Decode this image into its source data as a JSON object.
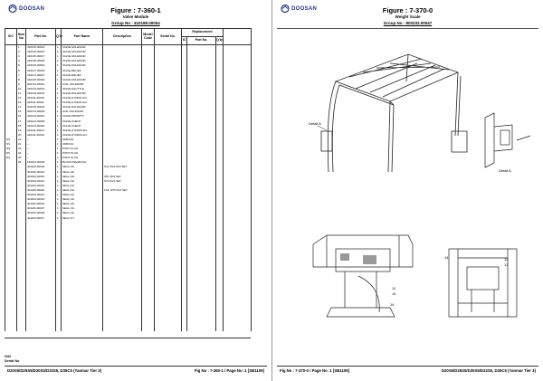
{
  "left_page": {
    "brand": "DOOSAN",
    "figure": "Figure : 7-360-1",
    "title": "Valve Module",
    "group": "Group No : 410189.00004",
    "headers": {
      "sc": "S/C",
      "item_no": "Item No",
      "part_no": "Part No.",
      "qty": "Q'ty",
      "part_name": "Part Name",
      "description": "Description",
      "model_code": "Model Code",
      "serial_no": "Serial No.",
      "replacement": "Replacement",
      "ic": "IC",
      "part_no2": "Part No.",
      "qty2": "Q'ty"
    },
    "rows": [
      {
        "sc": "",
        "item": "1",
        "part": "410135-00016",
        "qty": "1",
        "name": "VALVE,SOLENOID",
        "desc": ""
      },
      {
        "sc": "",
        "item": "2",
        "part": "410135-00016",
        "qty": "1",
        "name": "VALVE,SOLENOID",
        "desc": ""
      },
      {
        "sc": "",
        "item": "3",
        "part": "410135-00017",
        "qty": "1",
        "name": "VALVE,SOLENOID",
        "desc": ""
      },
      {
        "sc": "",
        "item": "4",
        "part": "410135-00018",
        "qty": "1",
        "name": "VALVE,SOLENOID",
        "desc": ""
      },
      {
        "sc": "",
        "item": "5",
        "part": "410135-00019",
        "qty": "1",
        "name": "VALVE,SOLENOID",
        "desc": ""
      },
      {
        "sc": "",
        "item": "6",
        "part": "410127-00026",
        "qty": "1",
        "name": "VALVE,RELIEF",
        "desc": ""
      },
      {
        "sc": "",
        "item": "7",
        "part": "410127-00027",
        "qty": "1",
        "name": "VALVE,RELIEF",
        "desc": ""
      },
      {
        "sc": "",
        "item": "8",
        "part": "410135-00020",
        "qty": "1",
        "name": "VALVE,SOLENOID",
        "desc": ""
      },
      {
        "sc": "",
        "item": "9",
        "part": "300713-00001",
        "qty": "1",
        "name": "COIL,SOLENOID",
        "desc": ""
      },
      {
        "sc": "",
        "item": "10",
        "part": "410134-00001",
        "qty": "1",
        "name": "VALVE,SHUTTLE",
        "desc": ""
      },
      {
        "sc": "",
        "item": "11",
        "part": "410135-00021",
        "qty": "1",
        "name": "VALVE,SOLENOID",
        "desc": ""
      },
      {
        "sc": "",
        "item": "12",
        "part": "410111-00010",
        "qty": "1",
        "name": "VALVE,HYDRAULIC",
        "desc": ""
      },
      {
        "sc": "",
        "item": "13",
        "part": "410111-00011",
        "qty": "1",
        "name": "VALVE,HYDRAULIC",
        "desc": ""
      },
      {
        "sc": "",
        "item": "14",
        "part": "410135-00022",
        "qty": "1",
        "name": "VALVE,SOLENOID",
        "desc": ""
      },
      {
        "sc": "",
        "item": "15",
        "part": "300713-00002",
        "qty": "1",
        "name": "COIL,SOLENOID",
        "desc": ""
      },
      {
        "sc": "",
        "item": "16",
        "part": "410143-00021",
        "qty": "1",
        "name": "VALVE,PRIORITY",
        "desc": ""
      },
      {
        "sc": "",
        "item": "17",
        "part": "410134-00009",
        "qty": "1",
        "name": "VALVE,CHECK",
        "desc": ""
      },
      {
        "sc": "",
        "item": "18",
        "part": "410144-00010",
        "qty": "1",
        "name": "VALVE,CHECK",
        "desc": ""
      },
      {
        "sc": "",
        "item": "19",
        "part": "410111-00012",
        "qty": "1",
        "name": "VALVE,HYDRAULIC",
        "desc": ""
      },
      {
        "sc": "",
        "item": "20",
        "part": "410111-00013",
        "qty": "1",
        "name": "VALVE,HYDRAULIC",
        "desc": ""
      },
      {
        "sc": "NS",
        "item": "21",
        "part": "--",
        "qty": "1",
        "name": "ORIFICE",
        "desc": ""
      },
      {
        "sc": "NS",
        "item": "22",
        "part": "--",
        "qty": "1",
        "name": "ORIFICE",
        "desc": ""
      },
      {
        "sc": "NS",
        "item": "23",
        "part": "--",
        "qty": "1",
        "name": "PORT PLUG",
        "desc": ""
      },
      {
        "sc": "NS",
        "item": "24",
        "part": "--",
        "qty": "1",
        "name": "PORT PLUG",
        "desc": ""
      },
      {
        "sc": "NS",
        "item": "25",
        "part": "--",
        "qty": "1",
        "name": "PORT PLUG",
        "desc": ""
      },
      {
        "sc": "",
        "item": "26",
        "part": "130201-00029",
        "qty": "1",
        "name": "BLOCK,MANIFOLD",
        "desc": ""
      },
      {
        "sc": "",
        "item": "--",
        "part": "401106-00018",
        "qty": "1",
        "name": "SEAL,OIL",
        "desc": "SV1,SV2,SV3 SET"
      },
      {
        "sc": "",
        "item": "",
        "part": "401106-00019",
        "qty": "1",
        "name": "SEAL,OIL",
        "desc": ""
      },
      {
        "sc": "",
        "item": "",
        "part": "401106-00020",
        "qty": "1",
        "name": "SEAL,OIL",
        "desc": "SP1,SP2 SET"
      },
      {
        "sc": "",
        "item": "",
        "part": "401106-00021",
        "qty": "1",
        "name": "SEAL,OIL",
        "desc": "SV4,SV2 SET"
      },
      {
        "sc": "",
        "item": "",
        "part": "401106-00022",
        "qty": "1",
        "name": "SEAL,OIL",
        "desc": ""
      },
      {
        "sc": "",
        "item": "",
        "part": "401106-00023",
        "qty": "1",
        "name": "SEAL,OIL",
        "desc": "LS1, SV5,SV2 SET"
      },
      {
        "sc": "",
        "item": "",
        "part": "401106-00024",
        "qty": "1",
        "name": "SEAL,OIL",
        "desc": ""
      },
      {
        "sc": "",
        "item": "",
        "part": "401106-00025",
        "qty": "1",
        "name": "SEAL,OIL",
        "desc": ""
      },
      {
        "sc": "",
        "item": "",
        "part": "401106-00026",
        "qty": "1",
        "name": "SEAL,OIL",
        "desc": ""
      },
      {
        "sc": "",
        "item": "",
        "part": "401106-00027",
        "qty": "1",
        "name": "SEAL,OIL",
        "desc": ""
      },
      {
        "sc": "",
        "item": "",
        "part": "401106-00028",
        "qty": "1",
        "name": "SEAL,OIL",
        "desc": ""
      },
      {
        "sc": "",
        "item": "",
        "part": "401106-00017",
        "qty": "1",
        "name": "SEAL KIT",
        "desc": ""
      }
    ],
    "footer_box": [
      "G/N",
      "Serial No"
    ],
    "footer_left": "D20S5/D25S5/D30S5/D33S5, D35C5 (Yanmar Tier 3)",
    "footer_right": "Fig No : 7-360-1 / Page No :1 [SB1109]"
  },
  "right_page": {
    "brand": "DOOSAN",
    "figure": "Figure : 7-370-0",
    "title": "Weight Scale",
    "group": "Group No : 800232.00047",
    "detail_label": "Detail A",
    "detail_label2": "Detail A",
    "callouts": [
      "14",
      "12",
      "13",
      "11",
      "15",
      "14"
    ],
    "footer_left": "Fig No : 7-370-0 / Page No :1 [SB1109]",
    "footer_right": "D20S5/D25S5/D30S5/D33S5, D35C5 (Yanmar Tier 3)"
  }
}
